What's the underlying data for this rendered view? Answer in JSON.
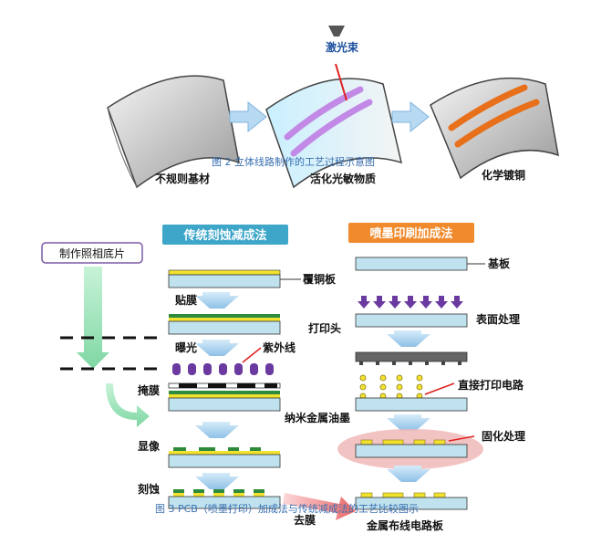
{
  "figure2": {
    "laser_label": "激光束",
    "caption": "图 2 立体线路制作的工艺过程示意图",
    "stage_labels": [
      "不规则基材",
      "活化光敏物质",
      "化学镀铜"
    ]
  },
  "figure3": {
    "caption": "图 3 PCB（喷墨打印）加成法与传统减成法的工艺比较图示",
    "left_header": "传统刻蚀减成法",
    "right_header": "喷墨印刷加成法",
    "film_box": "制作照相底片",
    "left_steps": {
      "ccl": "覆铜板",
      "laminate": "贴膜",
      "expose": "曝光",
      "uv": "紫外线",
      "mask": "掩膜",
      "ink": "纳米金属油墨",
      "develop": "显像",
      "etch": "刻蚀",
      "strip": "去膜"
    },
    "right_steps": {
      "substrate": "基板",
      "surface": "表面处理",
      "printhead": "打印头",
      "direct_print": "直接打印电路",
      "cure": "固化处理",
      "result": "金属布线电路板"
    }
  },
  "colors": {
    "left_header_bg": "#3ea6c8",
    "right_header_bg": "#f08a2c",
    "film_box_border": "#7a5aa6",
    "board": "#bfe2ee",
    "copper_yellow": "#f2e230",
    "mask_green": "#2e8a3c",
    "uv_purple": "#6a3aa0",
    "trace_purple": "#b77be0",
    "trace_orange": "#e8701a",
    "step_arrow": "#9ec9e8",
    "film_arrow": "#9fe2b8",
    "halo": "#f0b8b8"
  }
}
